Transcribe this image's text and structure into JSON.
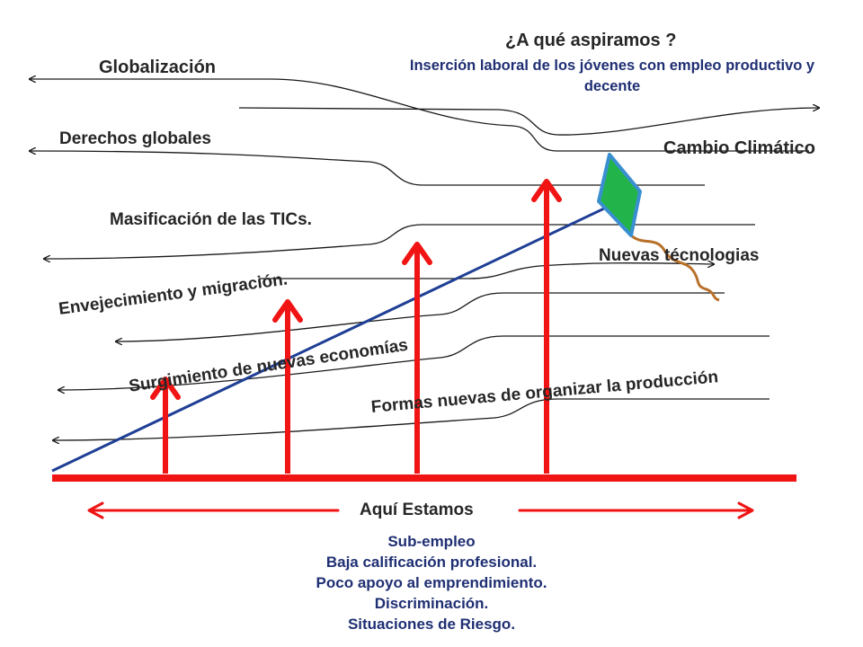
{
  "title": "¿A qué aspiramos ?",
  "goal": "Inserción laboral de los jóvenes con empleo productivo y decente",
  "trends": [
    "Globalización",
    "Derechos globales",
    "Cambio Climático",
    "Masificación de las TICs.",
    "Nuevas técnologias",
    "Envejecimiento y migración.",
    "Surgimiento de nuevas economías",
    "Formas nuevas de organizar la producción"
  ],
  "here_label": "Aquí Estamos",
  "current_issues": [
    "Sub-empleo",
    "Baja calificación profesional.",
    "Poco apoyo al emprendimiento.",
    "Discriminación.",
    "Situaciones de Riesgo."
  ],
  "colors": {
    "arrows": "#f01414",
    "trend_lines": "#1a1a1a",
    "kite_fill": "#22b44a",
    "kite_edge": "#3a8fd0",
    "string": "#1f3f95",
    "tail": "#b8702a",
    "goal_text": "#1f2f73"
  },
  "icons": [
    "kite-icon"
  ]
}
